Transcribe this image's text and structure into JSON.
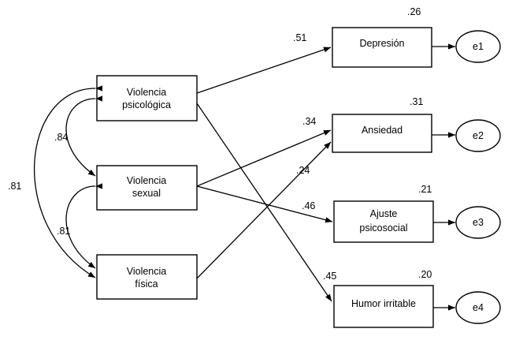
{
  "predictors": {
    "psicologica": [
      "Violencia",
      "psicológica"
    ],
    "sexual": [
      "Violencia",
      "sexual"
    ],
    "fisica": [
      "Violencia",
      "física"
    ]
  },
  "outcomes": {
    "depresion": [
      "Depresión"
    ],
    "ansiedad": [
      "Ansiedad"
    ],
    "ajuste": [
      "Ajuste",
      "psicosocial"
    ],
    "humor": [
      "Humor irritable"
    ]
  },
  "errors": [
    "e1",
    "e2",
    "e3",
    "e4"
  ],
  "r_squared": {
    "depresion": ".26",
    "ansiedad": ".31",
    "ajuste": ".21",
    "humor": ".20"
  },
  "paths": {
    "psicologica_depresion": ".51",
    "sexual_ansiedad": ".34",
    "fisica_ansiedad": ".24",
    "sexual_ajuste": ".46",
    "psicologica_humor": ".45"
  },
  "correlations": {
    "psicologica_sexual": ".84",
    "sexual_fisica": ".81",
    "psicologica_fisica": ".81"
  }
}
